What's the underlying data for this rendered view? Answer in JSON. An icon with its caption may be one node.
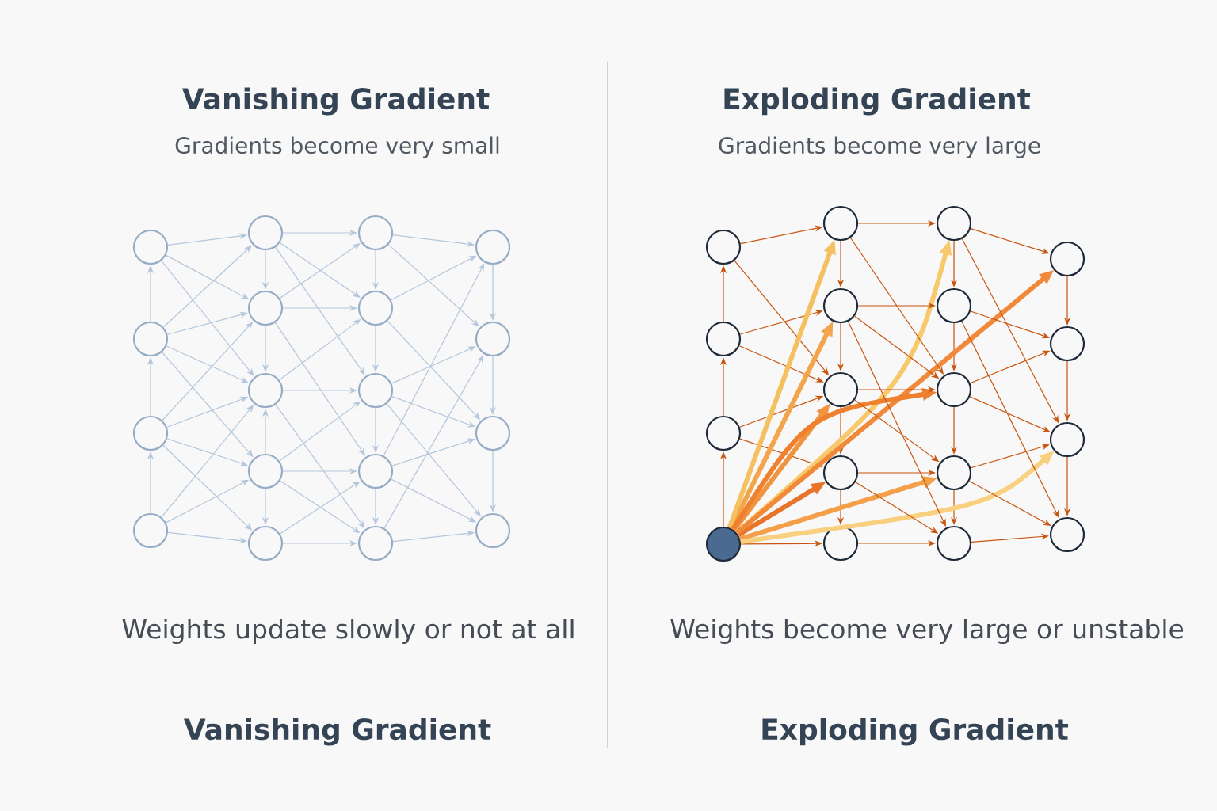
{
  "diagram": {
    "nodes": [
      {
        "text": [],
        "shape": "circle"
      },
      {
        "text": [],
        "shape": "circle"
      },
      {
        "text": [],
        "shape": "circle"
      },
      {
        "text": [],
        "shape": "circle"
      },
      {
        "text": [],
        "shape": "circle"
      },
      {
        "text": [],
        "shape": "circle"
      },
      {
        "text": [],
        "shape": "circle"
      },
      {
        "text": [],
        "shape": "circle"
      },
      {
        "text": [],
        "shape": "circle"
      },
      {
        "text": [],
        "shape": "circle"
      },
      {
        "text": [],
        "shape": "circle"
      },
      {
        "text": [],
        "shape": "circle"
      },
      {
        "text": [],
        "shape": "circle"
      },
      {
        "text": [],
        "shape": "circle"
      },
      {
        "text": [],
        "shape": "circle"
      },
      {
        "text": [],
        "shape": "circle"
      },
      {
        "text": [],
        "shape": "circle"
      },
      {
        "text": [],
        "shape": "circle"
      },
      {
        "text": [],
        "shape": "circle"
      },
      {
        "text": [],
        "shape": "circle"
      },
      {
        "text": [],
        "shape": "circle"
      },
      {
        "text": [],
        "shape": "dot"
      },
      {
        "text": [],
        "shape": "circle"
      },
      {
        "text": [],
        "shape": "circle"
      },
      {
        "text": [],
        "shape": "circle"
      },
      {
        "text": [],
        "shape": "circle"
      },
      {
        "text": [],
        "shape": "circle"
      },
      {
        "text": [],
        "shape": "circle"
      },
      {
        "text": [],
        "shape": "circle"
      },
      {
        "text": [],
        "shape": "circle"
      },
      {
        "text": [],
        "shape": "circle"
      },
      {
        "text": [],
        "shape": "circle"
      },
      {
        "text": [],
        "shape": "circle"
      },
      {
        "text": [],
        "shape": "circle"
      },
      {
        "text": [],
        "shape": "circle"
      },
      {
        "text": [],
        "shape": "circle"
      }
    ],
    "edges": [
      {
        "from": 3,
        "to": 2,
        "arrow": "to"
      },
      {
        "from": 2,
        "to": 1,
        "arrow": "to"
      },
      {
        "from": 1,
        "to": 0,
        "arrow": "to"
      },
      {
        "from": 4,
        "to": 5,
        "arrow": "to"
      },
      {
        "from": 5,
        "to": 6,
        "arrow": "to"
      },
      {
        "from": 7,
        "to": 6,
        "arrow": "to"
      },
      {
        "from": 7,
        "to": 8,
        "arrow": "to"
      },
      {
        "from": 9,
        "to": 10,
        "arrow": "to"
      },
      {
        "from": 10,
        "to": 11,
        "arrow": "to"
      },
      {
        "from": 11,
        "to": 12,
        "arrow": "to"
      },
      {
        "from": 12,
        "to": 13,
        "arrow": "to"
      },
      {
        "from": 14,
        "to": 15,
        "arrow": "to"
      },
      {
        "from": 15,
        "to": 16,
        "arrow": "to"
      },
      {
        "from": 16,
        "to": 17,
        "arrow": "to"
      },
      {
        "from": 0,
        "to": 4,
        "arrow": "to"
      },
      {
        "from": 0,
        "to": 5,
        "arrow": "to"
      },
      {
        "from": 0,
        "to": 6,
        "arrow": "to"
      },
      {
        "from": 1,
        "to": 4,
        "arrow": "to"
      },
      {
        "from": 1,
        "to": 5,
        "arrow": "to"
      },
      {
        "from": 1,
        "to": 6,
        "arrow": "to"
      },
      {
        "from": 1,
        "to": 7,
        "arrow": "to"
      },
      {
        "from": 2,
        "to": 5,
        "arrow": "to"
      },
      {
        "from": 2,
        "to": 6,
        "arrow": "to"
      },
      {
        "from": 2,
        "to": 7,
        "arrow": "to"
      },
      {
        "from": 2,
        "to": 8,
        "arrow": "to"
      },
      {
        "from": 3,
        "to": 6,
        "arrow": "to"
      },
      {
        "from": 3,
        "to": 7,
        "arrow": "to"
      },
      {
        "from": 3,
        "to": 8,
        "arrow": "to"
      },
      {
        "from": 4,
        "to": 9,
        "arrow": "to"
      },
      {
        "from": 4,
        "to": 10,
        "arrow": "to"
      },
      {
        "from": 4,
        "to": 11,
        "arrow": "to"
      },
      {
        "from": 5,
        "to": 9,
        "arrow": "to"
      },
      {
        "from": 5,
        "to": 10,
        "arrow": "to"
      },
      {
        "from": 5,
        "to": 12,
        "arrow": "to"
      },
      {
        "from": 6,
        "to": 10,
        "arrow": "to"
      },
      {
        "from": 6,
        "to": 11,
        "arrow": "to"
      },
      {
        "from": 6,
        "to": 13,
        "arrow": "to"
      },
      {
        "from": 7,
        "to": 11,
        "arrow": "to"
      },
      {
        "from": 7,
        "to": 12,
        "arrow": "to"
      },
      {
        "from": 7,
        "to": 13,
        "arrow": "to"
      },
      {
        "from": 8,
        "to": 12,
        "arrow": "to"
      },
      {
        "from": 8,
        "to": 13,
        "arrow": "to"
      },
      {
        "from": 9,
        "to": 14,
        "arrow": "to"
      },
      {
        "from": 9,
        "to": 15,
        "arrow": "to"
      },
      {
        "from": 10,
        "to": 14,
        "arrow": "to"
      },
      {
        "from": 10,
        "to": 16,
        "arrow": "to"
      },
      {
        "from": 11,
        "to": 15,
        "arrow": "to"
      },
      {
        "from": 11,
        "to": 16,
        "arrow": "to"
      },
      {
        "from": 11,
        "to": 17,
        "arrow": "to"
      },
      {
        "from": 12,
        "to": 14,
        "arrow": "to"
      },
      {
        "from": 12,
        "to": 16,
        "arrow": "to"
      },
      {
        "from": 12,
        "to": 17,
        "arrow": "to"
      },
      {
        "from": 13,
        "to": 17,
        "arrow": "to"
      },
      {
        "from": 13,
        "to": 15,
        "arrow": "to"
      },
      {
        "from": 21,
        "to": 20,
        "arrow": "to",
        "color": "#c8550f"
      },
      {
        "from": 20,
        "to": 19,
        "arrow": "to",
        "color": "#c8550f"
      },
      {
        "from": 19,
        "to": 18,
        "arrow": "to",
        "color": "#c8550f"
      },
      {
        "from": 22,
        "to": 23,
        "arrow": "to",
        "color": "#c8550f"
      },
      {
        "from": 23,
        "to": 24,
        "arrow": "to",
        "color": "#c8550f"
      },
      {
        "from": 24,
        "to": 25,
        "arrow": "to",
        "color": "#c8550f"
      },
      {
        "from": 25,
        "to": 26,
        "arrow": "to",
        "color": "#c8550f"
      },
      {
        "from": 27,
        "to": 28,
        "arrow": "to",
        "color": "#c8550f"
      },
      {
        "from": 28,
        "to": 29,
        "arrow": "to",
        "color": "#c8550f"
      },
      {
        "from": 29,
        "to": 30,
        "arrow": "to",
        "color": "#c8550f"
      },
      {
        "from": 30,
        "to": 31,
        "arrow": "to",
        "color": "#c8550f"
      },
      {
        "from": 32,
        "to": 33,
        "arrow": "to",
        "color": "#c8550f"
      },
      {
        "from": 33,
        "to": 34,
        "arrow": "to",
        "color": "#c8550f"
      },
      {
        "from": 34,
        "to": 35,
        "arrow": "to",
        "color": "#c8550f"
      },
      {
        "from": 18,
        "to": 22,
        "arrow": "to",
        "color": "#c8550f"
      },
      {
        "from": 18,
        "to": 24,
        "arrow": "to",
        "color": "#c8550f"
      },
      {
        "from": 19,
        "to": 23,
        "arrow": "to",
        "color": "#c8550f"
      },
      {
        "from": 19,
        "to": 24,
        "arrow": "to",
        "color": "#c8550f"
      },
      {
        "from": 20,
        "to": 24,
        "arrow": "to",
        "color": "#c8550f"
      },
      {
        "from": 20,
        "to": 25,
        "arrow": "to",
        "color": "#c8550f"
      },
      {
        "from": 21,
        "to": 26,
        "arrow": "to",
        "color": "#c8550f"
      },
      {
        "from": 21,
        "to": 25,
        "arrow": "to",
        "style": "thick",
        "color": "#e8742a"
      },
      {
        "from": 21,
        "to": 24,
        "arrow": "to",
        "style": "thick",
        "color": "#f0953f"
      },
      {
        "from": 21,
        "to": 23,
        "arrow": "to",
        "style": "thick",
        "color": "#f2a54a"
      },
      {
        "from": 21,
        "to": 22,
        "arrow": "to",
        "style": "thick",
        "color": "#f5c060"
      },
      {
        "from": 21,
        "to": 27,
        "arrow": "to",
        "style": "thick",
        "color": "#f8c96a"
      },
      {
        "from": 21,
        "to": 32,
        "arrow": "to",
        "style": "thick",
        "color": "#f08a3a"
      },
      {
        "from": 21,
        "to": 29,
        "arrow": "to",
        "style": "thick",
        "color": "#ee8030"
      },
      {
        "from": 21,
        "to": 30,
        "arrow": "to",
        "style": "thick",
        "color": "#f4a04a"
      },
      {
        "from": 21,
        "to": 34,
        "arrow": "to",
        "style": "thick",
        "color": "#f8d080"
      },
      {
        "from": 22,
        "to": 27,
        "arrow": "to",
        "color": "#c8550f"
      },
      {
        "from": 22,
        "to": 29,
        "arrow": "to",
        "color": "#c8550f"
      },
      {
        "from": 23,
        "to": 28,
        "arrow": "to",
        "color": "#c8550f"
      },
      {
        "from": 23,
        "to": 29,
        "arrow": "to",
        "color": "#c8550f"
      },
      {
        "from": 23,
        "to": 31,
        "arrow": "to",
        "color": "#c8550f"
      },
      {
        "from": 24,
        "to": 29,
        "arrow": "to",
        "color": "#c8550f"
      },
      {
        "from": 24,
        "to": 30,
        "arrow": "to",
        "color": "#c8550f"
      },
      {
        "from": 25,
        "to": 30,
        "arrow": "to",
        "color": "#c8550f"
      },
      {
        "from": 25,
        "to": 31,
        "arrow": "to",
        "color": "#c8550f"
      },
      {
        "from": 26,
        "to": 31,
        "arrow": "to",
        "color": "#c8550f"
      },
      {
        "from": 27,
        "to": 32,
        "arrow": "to",
        "color": "#c8550f"
      },
      {
        "from": 27,
        "to": 34,
        "arrow": "to",
        "color": "#c8550f"
      },
      {
        "from": 28,
        "to": 33,
        "arrow": "to",
        "color": "#c8550f"
      },
      {
        "from": 28,
        "to": 35,
        "arrow": "to",
        "color": "#c8550f"
      },
      {
        "from": 29,
        "to": 33,
        "arrow": "to",
        "color": "#c8550f"
      },
      {
        "from": 29,
        "to": 34,
        "arrow": "to",
        "color": "#c8550f"
      },
      {
        "from": 30,
        "to": 34,
        "arrow": "to",
        "color": "#c8550f"
      },
      {
        "from": 30,
        "to": 35,
        "arrow": "to",
        "color": "#c8550f"
      },
      {
        "from": 31,
        "to": 35,
        "arrow": "to",
        "color": "#c8550f"
      }
    ],
    "labels": [
      "Vanishing Gradient",
      "Exploding Gradient",
      "Gradients become very small",
      "Gradients become very large",
      "Weights update slowly or not at all",
      "Weights become very large or unstable",
      "Vanishing Gradient",
      "Exploding Gradient"
    ]
  }
}
